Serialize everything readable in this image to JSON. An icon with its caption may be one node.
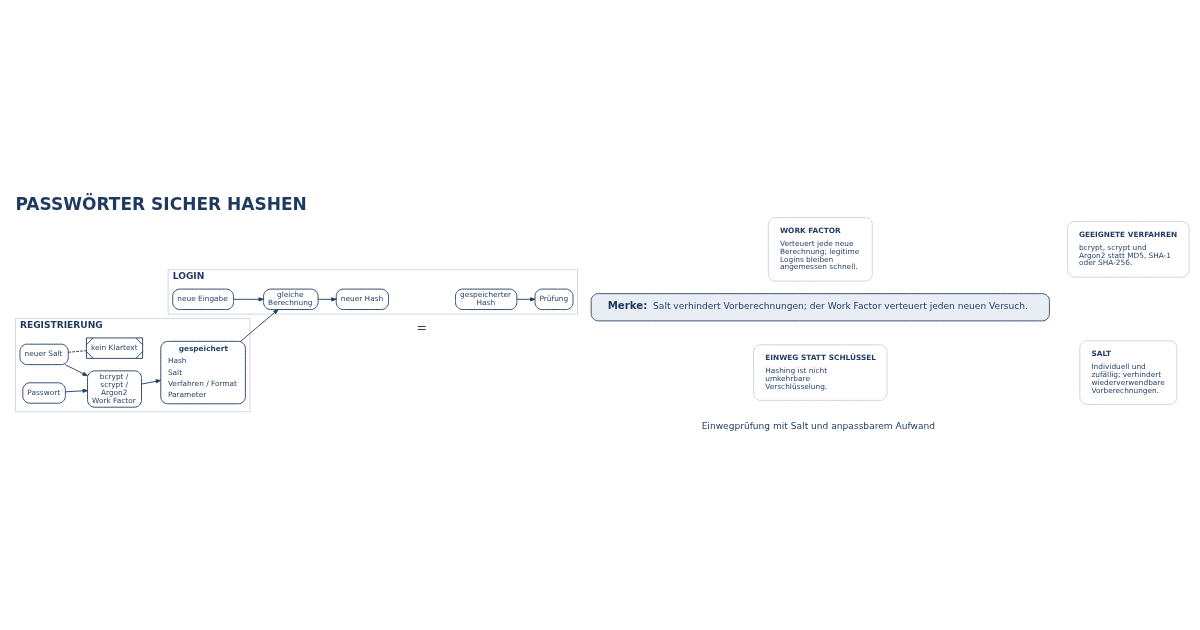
{
  "diagram": {
    "title": "PASSWÖRTER SICHER HASHEN",
    "nodes": [
      {
        "text": [
          "REGISTRIERUNG"
        ]
      },
      {
        "text": [
          "Passwort"
        ],
        "in": 0
      },
      {
        "text": [
          "neuer Salt"
        ],
        "in": 0
      },
      {
        "text": [
          "kein Klartext"
        ],
        "in": 0
      },
      {
        "text": [
          "bcrypt / scrypt / Argon2",
          "Work Factor"
        ],
        "in": 0
      },
      {
        "text": [
          "gespeichert",
          "Hash",
          "Salt",
          "Verfahren / Format",
          "Parameter"
        ],
        "in": 0
      },
      {
        "text": [
          "LOGIN"
        ]
      },
      {
        "text": [
          "neue Eingabe"
        ],
        "in": 6
      },
      {
        "text": [
          "gleiche Berechnung"
        ],
        "in": 6
      },
      {
        "text": [
          "neuer Hash"
        ],
        "in": 6
      },
      {
        "text": [
          "gespeicherter Hash"
        ],
        "in": 6
      },
      {
        "text": [
          "Prüfung"
        ],
        "in": 6
      },
      {
        "text": [
          "EINWEG STATT SCHLÜSSEL",
          "Hashing ist nicht umkehrbare Verschlüsselung."
        ]
      },
      {
        "text": [
          "SALT",
          "Individuell und zufällig; verhindert wiederverwendbare Vorberechnungen."
        ]
      },
      {
        "text": [
          "WORK FACTOR",
          "Verteuert jede neue Berechnung; legitime Logins bleiben angemessen schnell."
        ]
      },
      {
        "text": [
          "GEEIGNETE VERFAHREN",
          "bcrypt, scrypt und Argon2 statt MD5, SHA-1 oder SHA-256."
        ]
      },
      {
        "text": [
          "Merke:",
          "Salt verhindert Vorberechnungen; der Work Factor verteuert jeden neuen Versuch."
        ]
      }
    ],
    "edges": [
      {
        "from": 1,
        "to": 4,
        "arrow": "to"
      },
      {
        "from": 2,
        "to": 4,
        "arrow": "to"
      },
      {
        "from": 2,
        "to": 3,
        "arrow": "none",
        "style": "dashed"
      },
      {
        "from": 4,
        "to": 5,
        "arrow": "to"
      },
      {
        "from": 5,
        "to": 8,
        "arrow": "to"
      },
      {
        "from": 7,
        "to": 8,
        "arrow": "to"
      },
      {
        "from": 8,
        "to": 9,
        "arrow": "to"
      },
      {
        "from": 10,
        "to": 11,
        "arrow": "to"
      }
    ],
    "labels": [
      "Einwegprüfung mit Salt und anpassbarem Aufwand",
      "="
    ]
  }
}
